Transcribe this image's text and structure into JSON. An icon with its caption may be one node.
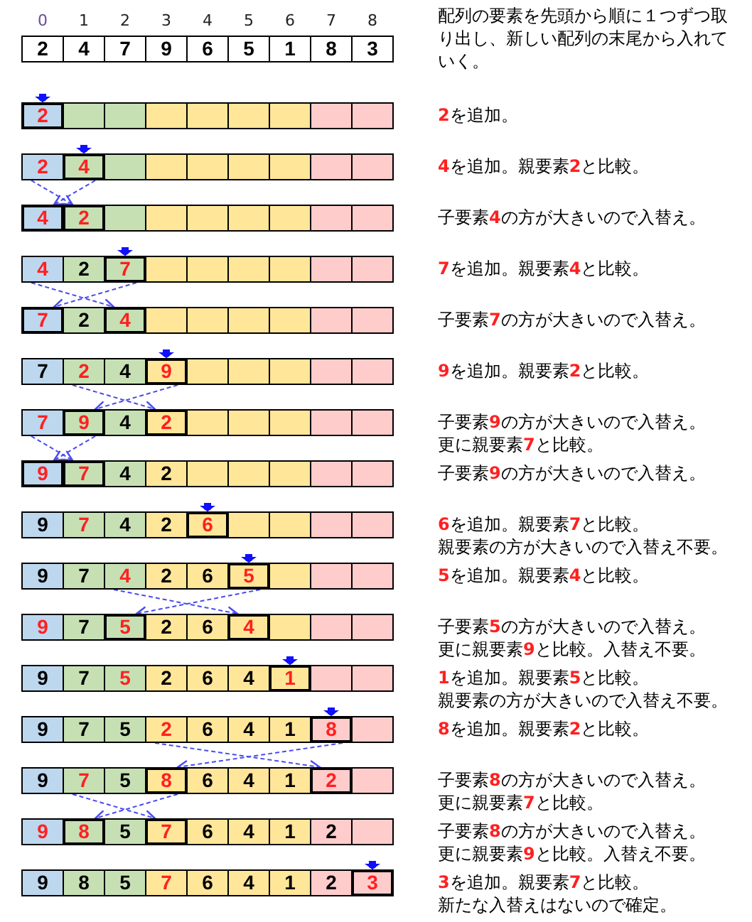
{
  "diagram": {
    "nodes": [
      {
        "text": [
          "2"
        ]
      },
      {
        "text": [
          "4"
        ]
      },
      {
        "text": [
          "7"
        ]
      },
      {
        "text": [
          "9"
        ]
      },
      {
        "text": [
          "6"
        ]
      },
      {
        "text": [
          "5"
        ]
      },
      {
        "text": [
          "1"
        ]
      },
      {
        "text": [
          "8"
        ]
      },
      {
        "text": [
          "3"
        ]
      },
      {
        "text": [
          "2"
        ]
      },
      {
        "text": [],
        "shape": "box"
      },
      {
        "text": [],
        "shape": "box"
      },
      {
        "text": [],
        "shape": "box"
      },
      {
        "text": [],
        "shape": "box"
      },
      {
        "text": [],
        "shape": "box"
      },
      {
        "text": [],
        "shape": "box"
      },
      {
        "text": [],
        "shape": "box"
      },
      {
        "text": [],
        "shape": "box"
      },
      {
        "text": [
          "2"
        ]
      },
      {
        "text": [
          "4"
        ]
      },
      {
        "text": [],
        "shape": "box"
      },
      {
        "text": [],
        "shape": "box"
      },
      {
        "text": [],
        "shape": "box"
      },
      {
        "text": [],
        "shape": "box"
      },
      {
        "text": [],
        "shape": "box"
      },
      {
        "text": [],
        "shape": "box"
      },
      {
        "text": [],
        "shape": "box"
      },
      {
        "text": [
          "4"
        ]
      },
      {
        "text": [
          "2"
        ]
      },
      {
        "text": [],
        "shape": "box"
      },
      {
        "text": [],
        "shape": "box"
      },
      {
        "text": [],
        "shape": "box"
      },
      {
        "text": [],
        "shape": "box"
      },
      {
        "text": [],
        "shape": "box"
      },
      {
        "text": [],
        "shape": "box"
      },
      {
        "text": [],
        "shape": "box"
      },
      {
        "text": [
          "4"
        ]
      },
      {
        "text": [
          "2"
        ]
      },
      {
        "text": [
          "7"
        ]
      },
      {
        "text": [],
        "shape": "box"
      },
      {
        "text": [],
        "shape": "box"
      },
      {
        "text": [],
        "shape": "box"
      },
      {
        "text": [],
        "shape": "box"
      },
      {
        "text": [],
        "shape": "box"
      },
      {
        "text": [],
        "shape": "box"
      },
      {
        "text": [
          "7"
        ]
      },
      {
        "text": [
          "2"
        ]
      },
      {
        "text": [
          "4"
        ]
      },
      {
        "text": [],
        "shape": "box"
      },
      {
        "text": [],
        "shape": "box"
      },
      {
        "text": [],
        "shape": "box"
      },
      {
        "text": [],
        "shape": "box"
      },
      {
        "text": [],
        "shape": "box"
      },
      {
        "text": [],
        "shape": "box"
      },
      {
        "text": [
          "7"
        ]
      },
      {
        "text": [
          "2"
        ]
      },
      {
        "text": [
          "4"
        ]
      },
      {
        "text": [
          "9"
        ]
      },
      {
        "text": [],
        "shape": "box"
      },
      {
        "text": [],
        "shape": "box"
      },
      {
        "text": [],
        "shape": "box"
      },
      {
        "text": [],
        "shape": "box"
      },
      {
        "text": [],
        "shape": "box"
      },
      {
        "text": [
          "7"
        ]
      },
      {
        "text": [
          "9"
        ]
      },
      {
        "text": [
          "4"
        ]
      },
      {
        "text": [
          "2"
        ]
      },
      {
        "text": [],
        "shape": "box"
      },
      {
        "text": [],
        "shape": "box"
      },
      {
        "text": [],
        "shape": "box"
      },
      {
        "text": [],
        "shape": "box"
      },
      {
        "text": [],
        "shape": "box"
      },
      {
        "text": [
          "9"
        ]
      },
      {
        "text": [
          "7"
        ]
      },
      {
        "text": [
          "4"
        ]
      },
      {
        "text": [
          "2"
        ]
      },
      {
        "text": [],
        "shape": "box"
      },
      {
        "text": [],
        "shape": "box"
      },
      {
        "text": [],
        "shape": "box"
      },
      {
        "text": [],
        "shape": "box"
      },
      {
        "text": [],
        "shape": "box"
      },
      {
        "text": [
          "9"
        ]
      },
      {
        "text": [
          "7"
        ]
      },
      {
        "text": [
          "4"
        ]
      },
      {
        "text": [
          "2"
        ]
      },
      {
        "text": [
          "6"
        ]
      },
      {
        "text": [],
        "shape": "box"
      },
      {
        "text": [],
        "shape": "box"
      },
      {
        "text": [],
        "shape": "box"
      },
      {
        "text": [],
        "shape": "box"
      },
      {
        "text": [
          "9"
        ]
      },
      {
        "text": [
          "7"
        ]
      },
      {
        "text": [
          "4"
        ]
      },
      {
        "text": [
          "2"
        ]
      },
      {
        "text": [
          "6"
        ]
      },
      {
        "text": [
          "5"
        ]
      },
      {
        "text": [],
        "shape": "box"
      },
      {
        "text": [],
        "shape": "box"
      },
      {
        "text": [],
        "shape": "box"
      },
      {
        "text": [
          "9"
        ]
      },
      {
        "text": [
          "7"
        ]
      },
      {
        "text": [
          "5"
        ]
      },
      {
        "text": [
          "2"
        ]
      },
      {
        "text": [
          "6"
        ]
      },
      {
        "text": [
          "4"
        ]
      },
      {
        "text": [],
        "shape": "box"
      },
      {
        "text": [],
        "shape": "box"
      },
      {
        "text": [],
        "shape": "box"
      },
      {
        "text": [
          "9"
        ]
      },
      {
        "text": [
          "7"
        ]
      },
      {
        "text": [
          "5"
        ]
      },
      {
        "text": [
          "2"
        ]
      },
      {
        "text": [
          "6"
        ]
      },
      {
        "text": [
          "4"
        ]
      },
      {
        "text": [
          "1"
        ]
      },
      {
        "text": [],
        "shape": "box"
      },
      {
        "text": [],
        "shape": "box"
      },
      {
        "text": [
          "9"
        ]
      },
      {
        "text": [
          "7"
        ]
      },
      {
        "text": [
          "5"
        ]
      },
      {
        "text": [
          "2"
        ]
      },
      {
        "text": [
          "6"
        ]
      },
      {
        "text": [
          "4"
        ]
      },
      {
        "text": [
          "1"
        ]
      },
      {
        "text": [
          "8"
        ]
      },
      {
        "text": [],
        "shape": "box"
      },
      {
        "text": [
          "9"
        ]
      },
      {
        "text": [
          "7"
        ]
      },
      {
        "text": [
          "5"
        ]
      },
      {
        "text": [
          "8"
        ]
      },
      {
        "text": [
          "6"
        ]
      },
      {
        "text": [
          "4"
        ]
      },
      {
        "text": [
          "1"
        ]
      },
      {
        "text": [
          "2"
        ]
      },
      {
        "text": [],
        "shape": "box"
      },
      {
        "text": [
          "9"
        ]
      },
      {
        "text": [
          "8"
        ]
      },
      {
        "text": [
          "5"
        ]
      },
      {
        "text": [
          "7"
        ]
      },
      {
        "text": [
          "6"
        ]
      },
      {
        "text": [
          "4"
        ]
      },
      {
        "text": [
          "1"
        ]
      },
      {
        "text": [
          "2"
        ]
      },
      {
        "text": [],
        "shape": "box"
      },
      {
        "text": [
          "9"
        ]
      },
      {
        "text": [
          "8"
        ]
      },
      {
        "text": [
          "5"
        ]
      },
      {
        "text": [
          "7"
        ]
      },
      {
        "text": [
          "6"
        ]
      },
      {
        "text": [
          "4"
        ]
      },
      {
        "text": [
          "1"
        ]
      },
      {
        "text": [
          "2"
        ]
      },
      {
        "text": [
          "3"
        ]
      }
    ],
    "edges": [
      {
        "from": null,
        "to": 9,
        "arrow": "to",
        "style": "thick"
      },
      {
        "from": null,
        "to": 19,
        "arrow": "to",
        "style": "thick"
      },
      {
        "from": 18,
        "to": 28,
        "arrow": "to",
        "style": "dashed"
      },
      {
        "from": 19,
        "to": 27,
        "arrow": "to",
        "style": "dashed"
      },
      {
        "from": null,
        "to": 38,
        "arrow": "to",
        "style": "thick"
      },
      {
        "from": 36,
        "to": 47,
        "arrow": "to",
        "style": "dashed"
      },
      {
        "from": 38,
        "to": 45,
        "arrow": "to",
        "style": "dashed"
      },
      {
        "from": null,
        "to": 57,
        "arrow": "to",
        "style": "thick"
      },
      {
        "from": 55,
        "to": 66,
        "arrow": "to",
        "style": "dashed"
      },
      {
        "from": 57,
        "to": 64,
        "arrow": "to",
        "style": "dashed"
      },
      {
        "from": 63,
        "to": 73,
        "arrow": "to",
        "style": "dashed"
      },
      {
        "from": 64,
        "to": 72,
        "arrow": "to",
        "style": "dashed"
      },
      {
        "from": null,
        "to": 85,
        "arrow": "to",
        "style": "thick"
      },
      {
        "from": null,
        "to": 95,
        "arrow": "to",
        "style": "thick"
      },
      {
        "from": 92,
        "to": 104,
        "arrow": "to",
        "style": "dashed"
      },
      {
        "from": 95,
        "to": 101,
        "arrow": "to",
        "style": "dashed"
      },
      {
        "from": null,
        "to": 114,
        "arrow": "to",
        "style": "thick"
      },
      {
        "from": null,
        "to": 124,
        "arrow": "to",
        "style": "thick"
      },
      {
        "from": 120,
        "to": 133,
        "arrow": "to",
        "style": "dashed"
      },
      {
        "from": 124,
        "to": 129,
        "arrow": "to",
        "style": "dashed"
      },
      {
        "from": 127,
        "to": 138,
        "arrow": "to",
        "style": "dashed"
      },
      {
        "from": 129,
        "to": 136,
        "arrow": "to",
        "style": "dashed"
      },
      {
        "from": null,
        "to": 152,
        "arrow": "to",
        "style": "thick"
      }
    ],
    "labels": [
      "0",
      "1",
      "2",
      "3",
      "4",
      "5",
      "6",
      "7",
      "8",
      "配列の要素を先頭から順に１つずつ取り出し、新しい配列の末尾から入れていく。",
      "**2**を追加。",
      "**4**を追加。親要素**2**と比較。",
      "子要素**4**の方が大きいので入替え。",
      "**7**を追加。親要素**4**と比較。",
      "子要素**7**の方が大きいので入替え。",
      "**9**を追加。親要素**2**と比較。",
      "子要素**9**の方が大きいので入替え。更に親要素**7**と比較。",
      "子要素**9**の方が大きいので入替え。",
      "**6**を追加。親要素**7**と比較。親要素の方が大きいので入替え不要。",
      "**5**を追加。親要素**4**と比較。",
      "子要素**5**の方が大きいので入替え。更に親要素**9**と比較。入替え不要。",
      "**1**を追加。親要素**5**と比較。親要素の方が大きいので入替え不要。",
      "**8**を追加。親要素**2**と比較。",
      "子要素**8**の方が大きいので入替え。更に親要素**7**と比較。",
      "子要素**8**の方が大きいので入替え。更に親要素**9**と比較。入替え不要。",
      "**3**を追加。親要素**7**と比較。新たな入替えはないので確定。"
    ]
  }
}
